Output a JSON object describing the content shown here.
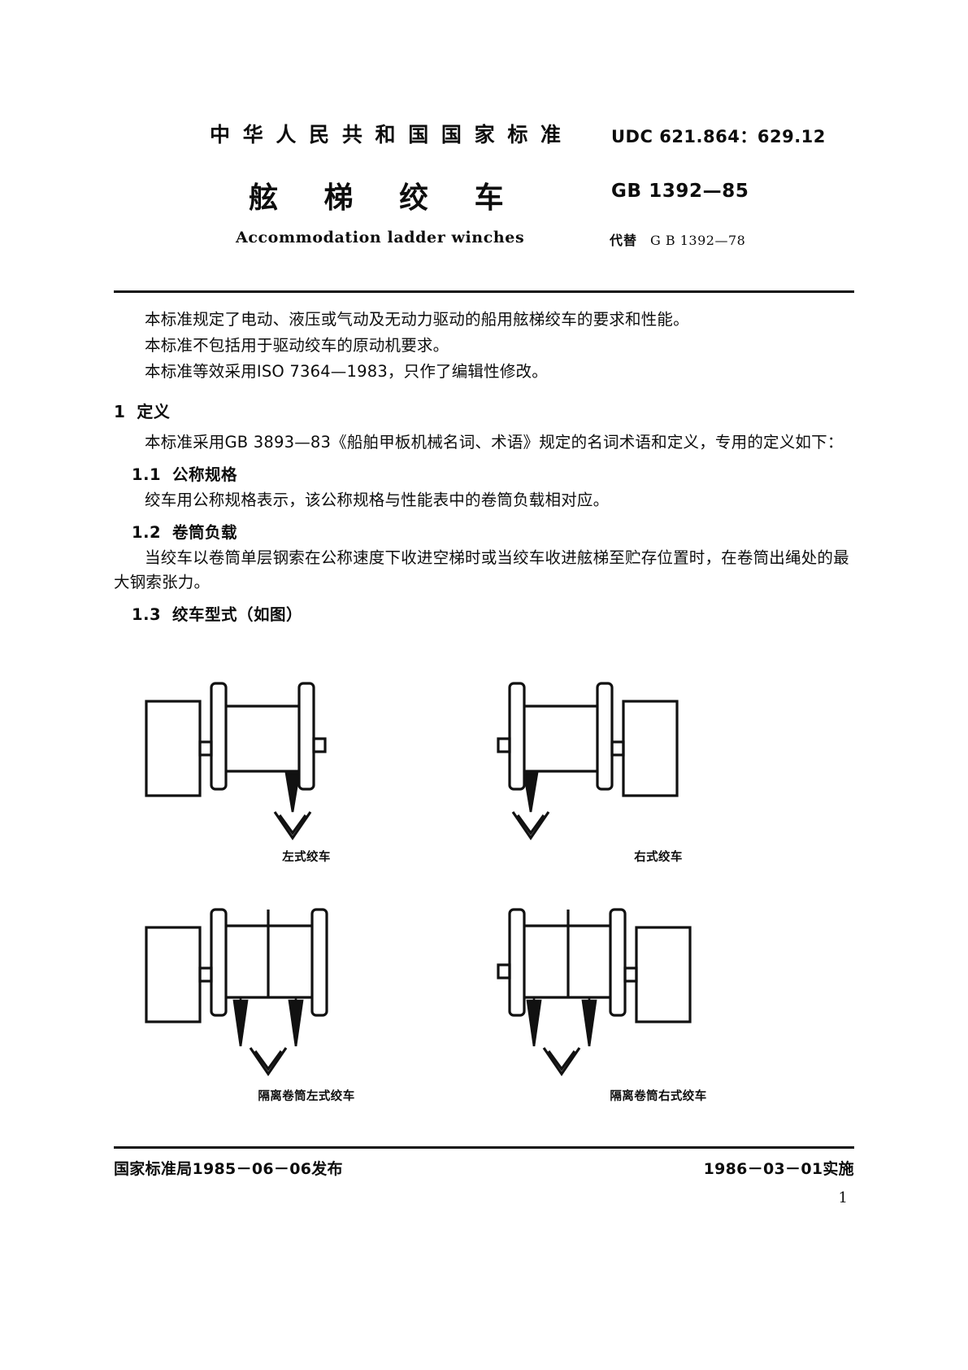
{
  "header": {
    "national_title": "中 华 人 民 共 和 国 国 家 标 准",
    "udc": "UDC 621.864：629.12",
    "doc_title": "舷 梯 绞 车",
    "standard_no": "GB 1392—85",
    "english_title": "Accommodation  ladder  winches",
    "replaces_label": "代替",
    "replaces_code": "G B 1392—78"
  },
  "intro": {
    "line1": "本标准规定了电动、液压或气动及无动力驱动的船用舷梯绞车的要求和性能。",
    "line2": "本标准不包括用于驱动绞车的原动机要求。",
    "line3": "本标准等效采用ISO 7364—1983，只作了编辑性修改。"
  },
  "section1": {
    "number": "1",
    "title": "定义",
    "lead": "本标准采用GB 3893—83《船舶甲板机械名词、术语》规定的名词术语和定义，专用的定义如下：",
    "sub": [
      {
        "number": "1.1",
        "title": "公称规格",
        "body": "绞车用公称规格表示，该公称规格与性能表中的卷筒负载相对应。"
      },
      {
        "number": "1.2",
        "title": "卷筒负载",
        "body": "当绞车以卷筒单层钢索在公称速度下收进空梯时或当绞车收进舷梯至贮存位置时，在卷筒出绳处的最大钢索张力。"
      },
      {
        "number": "1.3",
        "title": "绞车型式（如图）",
        "body": ""
      }
    ]
  },
  "figures": [
    {
      "id": "left-type-winch",
      "caption": "左式绞车",
      "variant": "left",
      "separated": false
    },
    {
      "id": "right-type-winch",
      "caption": "右式绞车",
      "variant": "right",
      "separated": false
    },
    {
      "id": "separated-drum-left-type-winch",
      "caption": "隔离卷筒左式绞车",
      "variant": "left",
      "separated": true
    },
    {
      "id": "separated-drum-right-type-winch",
      "caption": "隔离卷筒右式绞车",
      "variant": "right",
      "separated": true
    }
  ],
  "footer": {
    "issued": "国家标准局1985－06－06发布",
    "effective": "1986－03－01实施",
    "page_number": "1"
  }
}
